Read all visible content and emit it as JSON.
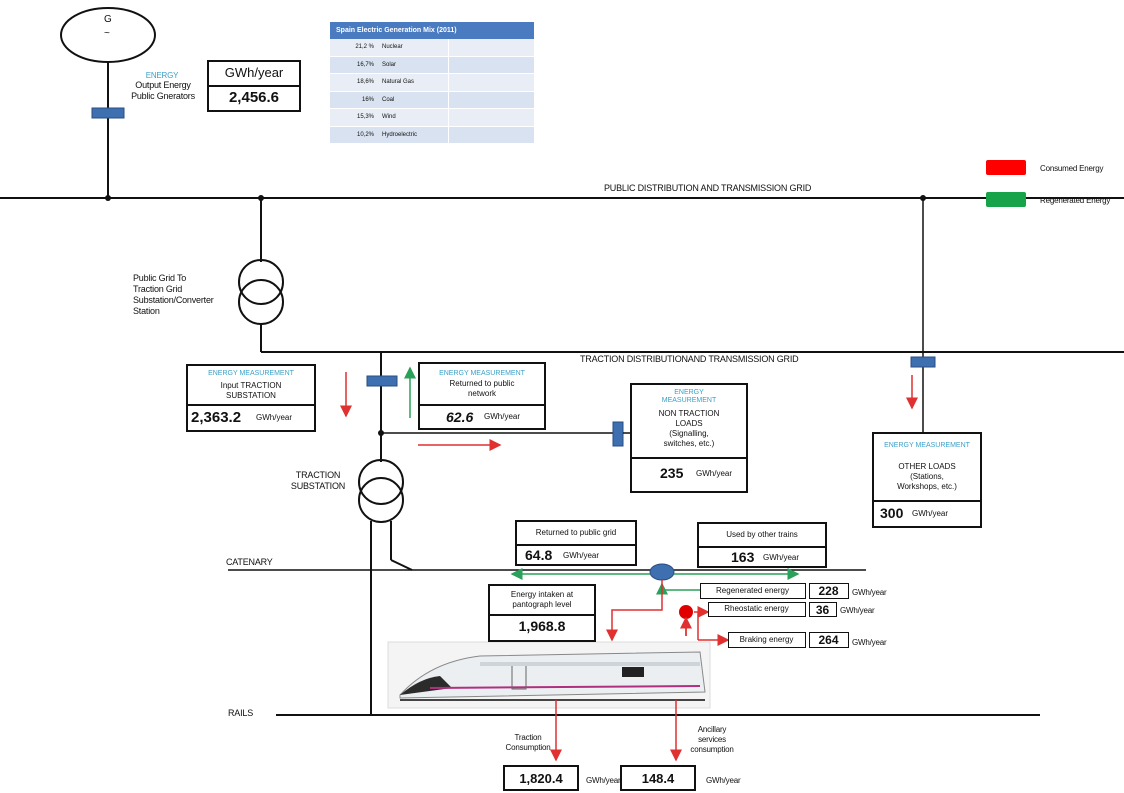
{
  "generator": {
    "symbol": "G",
    "sub": "~",
    "energy_tag": "ENERGY",
    "line1": "Output Energy",
    "line2": "Public Gnerators"
  },
  "output_box": {
    "unit": "GWh/year",
    "value": "2,456.6"
  },
  "mix_table": {
    "title": "Spain Electric Generation Mix (2011)",
    "rows": [
      {
        "pct": "21,2 %",
        "source": "Nuclear"
      },
      {
        "pct": "16,7%",
        "source": "Solar"
      },
      {
        "pct": "18,6%",
        "source": "Natural Gas"
      },
      {
        "pct": "16%",
        "source": "Coal"
      },
      {
        "pct": "15,3%",
        "source": "Wind"
      },
      {
        "pct": "10,2%",
        "source": "Hydroelectric"
      }
    ]
  },
  "legend": {
    "consumed": {
      "label": "Consumed Energy",
      "color": "#ff0000"
    },
    "regenerated": {
      "label": "Regenerated Energy",
      "color": "#16a34a"
    }
  },
  "grid_labels": {
    "public": "PUBLIC DISTRIBUTION AND TRANSMISSION GRID",
    "traction": "TRACTION DISTRIBUTIONAND TRANSMISSION GRID",
    "catenary": "CATENARY",
    "rails": "RAILS"
  },
  "substation_label": [
    "Public Grid To",
    "Traction Grid",
    "Substation/Converter",
    "Station"
  ],
  "traction_substation_label": [
    "TRACTION",
    "SUBSTATION"
  ],
  "input_box": {
    "tag": "ENERGY MEASUREMENT",
    "line1": "Input TRACTION",
    "line2": "SUBSTATION",
    "value": "2,363.2",
    "unit": "GWh/year"
  },
  "returned_box": {
    "tag": "ENERGY MEASUREMENT",
    "line1": "Returned to public",
    "line2": "network",
    "value": "62.6",
    "unit": "GWh/year"
  },
  "nontraction_box": {
    "tag1": "ENERGY",
    "tag2": "MEASUREMENT",
    "line1": "NON TRACTION",
    "line2": "LOADS",
    "line3": "(Signalling,",
    "line4": "switches, etc.)",
    "value": "235",
    "unit": "GWh/year"
  },
  "other_box": {
    "tag": "ENERGY MEASUREMENT",
    "line1": "OTHER LOADS",
    "line2": "(Stations,",
    "line3": "Workshops, etc.)",
    "value": "300",
    "unit": "GWh/year"
  },
  "returned_grid_box": {
    "title": "Returned to public grid",
    "value": "64.8",
    "unit": "GWh/year"
  },
  "other_trains_box": {
    "title": "Used by other trains",
    "value": "163",
    "unit": "GWh/year"
  },
  "pantograph_box": {
    "line1": "Energy intaken at",
    "line2": "pantograph level",
    "value": "1,968.8"
  },
  "regenerated_row": {
    "label": "Regenerated energy",
    "value": "228",
    "unit": "GWh/year"
  },
  "rheostatic_row": {
    "label": "Rheostatic energy",
    "value": "36",
    "unit": "GWh/year"
  },
  "braking_row": {
    "label": "Braking energy",
    "value": "264",
    "unit": "GWh/year"
  },
  "traction_consumption": {
    "line1": "Traction",
    "line2": "Consumption",
    "value": "1,820.4",
    "unit": "GWh/year"
  },
  "auxiliary": {
    "line1": "Ancillary",
    "line2": "services",
    "line3": "consumption",
    "value": "148.4",
    "unit": "GWh/year"
  }
}
